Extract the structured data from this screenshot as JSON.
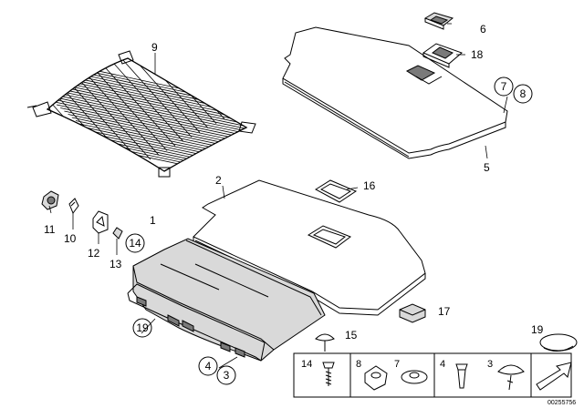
{
  "callouts": {
    "c9": "9",
    "c6": "6",
    "c18": "18",
    "c7": "7",
    "c8": "8",
    "c5": "5",
    "c2": "2",
    "c16": "16",
    "c1": "1",
    "c11": "11",
    "c10": "10",
    "c12": "12",
    "c13": "13",
    "c14": "14",
    "c17": "17",
    "c15": "15",
    "c19a": "19",
    "c19b": "19",
    "c4": "4",
    "c3": "3"
  },
  "legend": {
    "l14": "14",
    "l8": "8",
    "l7": "7",
    "l4": "4",
    "l3": "3"
  },
  "diagram_ref": "00255756",
  "colors": {
    "line": "#000000",
    "shade": "#d9d9d9",
    "dark": "#7a7a7a"
  }
}
